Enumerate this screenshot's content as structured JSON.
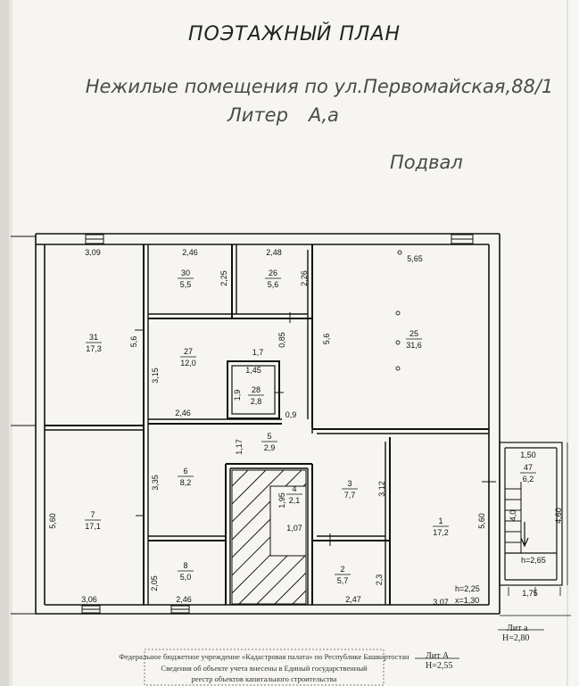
{
  "header": {
    "title": "ПОЭТАЖНЫЙ ПЛАН",
    "address": "Нежилые помещения по ул.Первомайская,88/1",
    "liter_label": "Литер",
    "liter_value": "А,а",
    "floor": "Подвал"
  },
  "rooms": [
    {
      "num": "30",
      "area": "5,5"
    },
    {
      "num": "26",
      "area": "5,6"
    },
    {
      "num": "25",
      "area": "31,6"
    },
    {
      "num": "31",
      "area": "17,3"
    },
    {
      "num": "27",
      "area": "12,0"
    },
    {
      "num": "28",
      "area": "2,8"
    },
    {
      "num": "5",
      "area": "2,9"
    },
    {
      "num": "6",
      "area": "8,2"
    },
    {
      "num": "4",
      "area": "2,1"
    },
    {
      "num": "3",
      "area": "7,7"
    },
    {
      "num": "1",
      "area": "17,2"
    },
    {
      "num": "7",
      "area": "17,1"
    },
    {
      "num": "8",
      "area": "5,0"
    },
    {
      "num": "2",
      "area": "5,7"
    },
    {
      "num": "47",
      "area": "6,2"
    }
  ],
  "dimensions": [
    "3,09",
    "2,46",
    "2,48",
    "5,65",
    "2,25",
    "2,26",
    "5,6",
    "1,7",
    "0,85",
    "5,6",
    "1,45",
    "3,15",
    "1,9",
    "2,46",
    "0,9",
    "1,17",
    "3,35",
    "1,95",
    "1,07",
    "3,12",
    "5,60",
    "5,60",
    "2,05",
    "2,3",
    "3,06",
    "2,46",
    "2,47",
    "3,07",
    "1,50",
    "4,0",
    "4,60",
    "1,75"
  ],
  "heights": {
    "basement": "h=2,25",
    "x": "x=1,30",
    "porch": "h=2,65",
    "lit_a": "Лит а",
    "lit_a_h": "Н=2,80",
    "lit_A": "Лит А",
    "lit_A_h": "Н=2,55"
  },
  "stamp": {
    "line1": "Федеральное бюджетное учреждение «Кадастровая палата» по Республике Башкортостан",
    "line2": "Сведения об объекте учета внесены в Единый государственный",
    "line3": "реестр объектов капитального строительства"
  }
}
